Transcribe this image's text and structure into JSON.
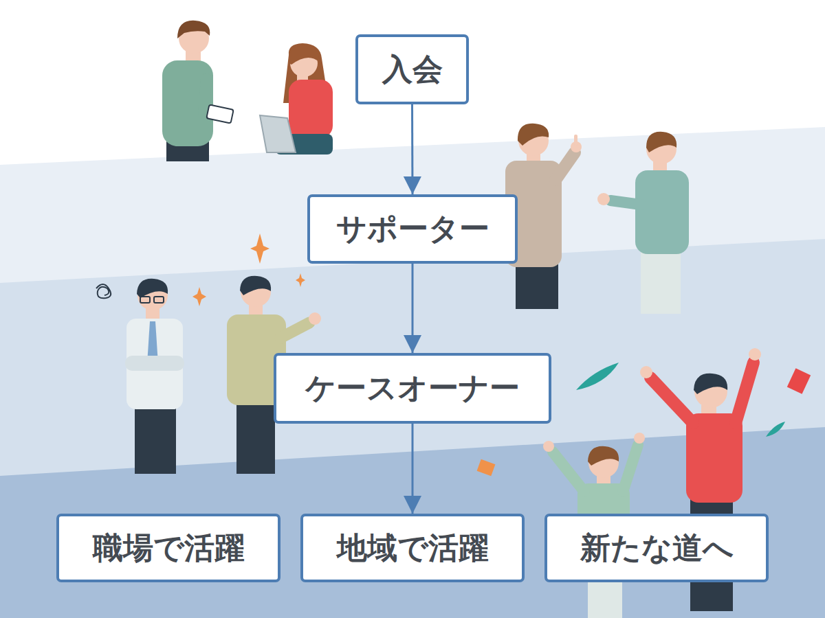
{
  "diagram": {
    "nodes": [
      {
        "text": [
          "入会"
        ]
      },
      {
        "text": [
          "サポーター"
        ]
      },
      {
        "text": [
          "ケースオーナー"
        ]
      },
      {
        "text": [
          "職場で活躍"
        ]
      },
      {
        "text": [
          "地域で活躍"
        ]
      },
      {
        "text": [
          "新たな道へ"
        ]
      }
    ],
    "edges": [
      {
        "from": 0,
        "to": 1,
        "arrow": "to"
      },
      {
        "from": 1,
        "to": 2,
        "arrow": "to"
      },
      {
        "from": 2,
        "to": 4,
        "arrow": "to"
      }
    ]
  }
}
